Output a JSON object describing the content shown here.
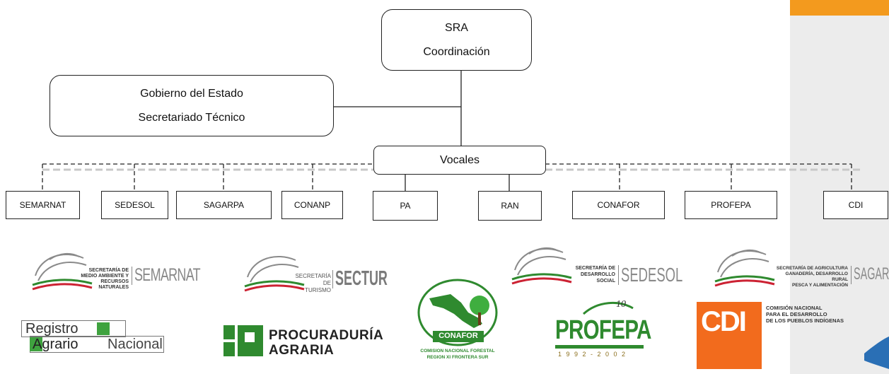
{
  "org": {
    "sra": {
      "line1": "SRA",
      "line2": "Coordinación"
    },
    "gobierno": {
      "line1": "Gobierno del Estado",
      "line2": "Secretariado Técnico"
    },
    "vocales": "Vocales",
    "members": [
      "SEMARNAT",
      "SEDESOL",
      "SAGARPA",
      "CONANP",
      "PA",
      "RAN",
      "CONAFOR",
      "PROFEPA",
      "CDI"
    ]
  },
  "logos": {
    "semarnat": {
      "small": [
        "SECRETARÍA DE",
        "MEDIO AMBIENTE Y",
        "RECURSOS NATURALES"
      ],
      "big": "SEMARNAT"
    },
    "sectur": {
      "small": [
        "SECRETARÍA DE",
        "TURISMO"
      ],
      "big": "SECTUR"
    },
    "sedesol": {
      "small": [
        "SECRETARÍA DE",
        "DESARROLLO",
        "SOCIAL"
      ],
      "big": "SEDESOL"
    },
    "sagarpa": {
      "small": [
        "SECRETARÍA DE AGRICULTURA",
        "GANADERÍA, DESARROLLO RURAL",
        "PESCA Y ALIMENTACIÓN"
      ],
      "big": "SAGARP"
    },
    "ran": {
      "line1": "Registro",
      "line2a": "Agrario",
      "line2b": "Nacional"
    },
    "pa": {
      "line1": "PROCURADURÍA",
      "line2": "AGRARIA"
    },
    "conafor": {
      "name": "CONAFOR",
      "sub1": "COMISION NACIONAL FORESTAL",
      "sub2": "REGION XI FRONTERA SUR"
    },
    "profepa": {
      "name": "PROFEPA",
      "years": "1 9 9 2  -  2 0 0 2"
    },
    "cdi": {
      "mark": "CDI",
      "lines": [
        "COMISIÓN NACIONAL",
        "PARA EL DESARROLLO",
        "DE LOS PUEBLOS INDÍGENAS"
      ]
    }
  },
  "colors": {
    "orange_corner": "#f39a1e",
    "side_panel": "#ececec",
    "cdi_orange": "#f26b1d",
    "green": "#2f8a2f"
  }
}
